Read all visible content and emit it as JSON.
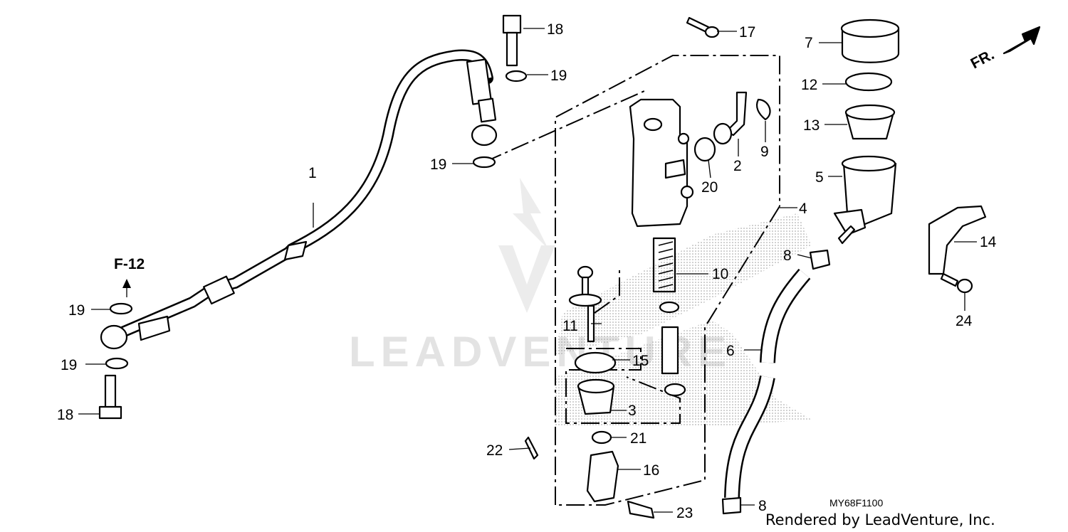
{
  "diagram": {
    "reference_code": "MY68F1100",
    "credit": "Rendered by LeadVenture, Inc.",
    "watermark": "LEADVENTURE",
    "direction_label": "FR.",
    "reference_label": "F-12",
    "callouts": {
      "c1": "1",
      "c2": "2",
      "c3": "3",
      "c4": "4",
      "c5": "5",
      "c6": "6",
      "c7": "7",
      "c8a": "8",
      "c8b": "8",
      "c9": "9",
      "c10": "10",
      "c11": "11",
      "c12": "12",
      "c13": "13",
      "c14": "14",
      "c15": "15",
      "c16": "16",
      "c17": "17",
      "c18a": "18",
      "c18b": "18",
      "c19a": "19",
      "c19b": "19",
      "c19c": "19",
      "c19d": "19",
      "c20": "20",
      "c21": "21",
      "c22": "22",
      "c23": "23",
      "c24": "24"
    }
  }
}
